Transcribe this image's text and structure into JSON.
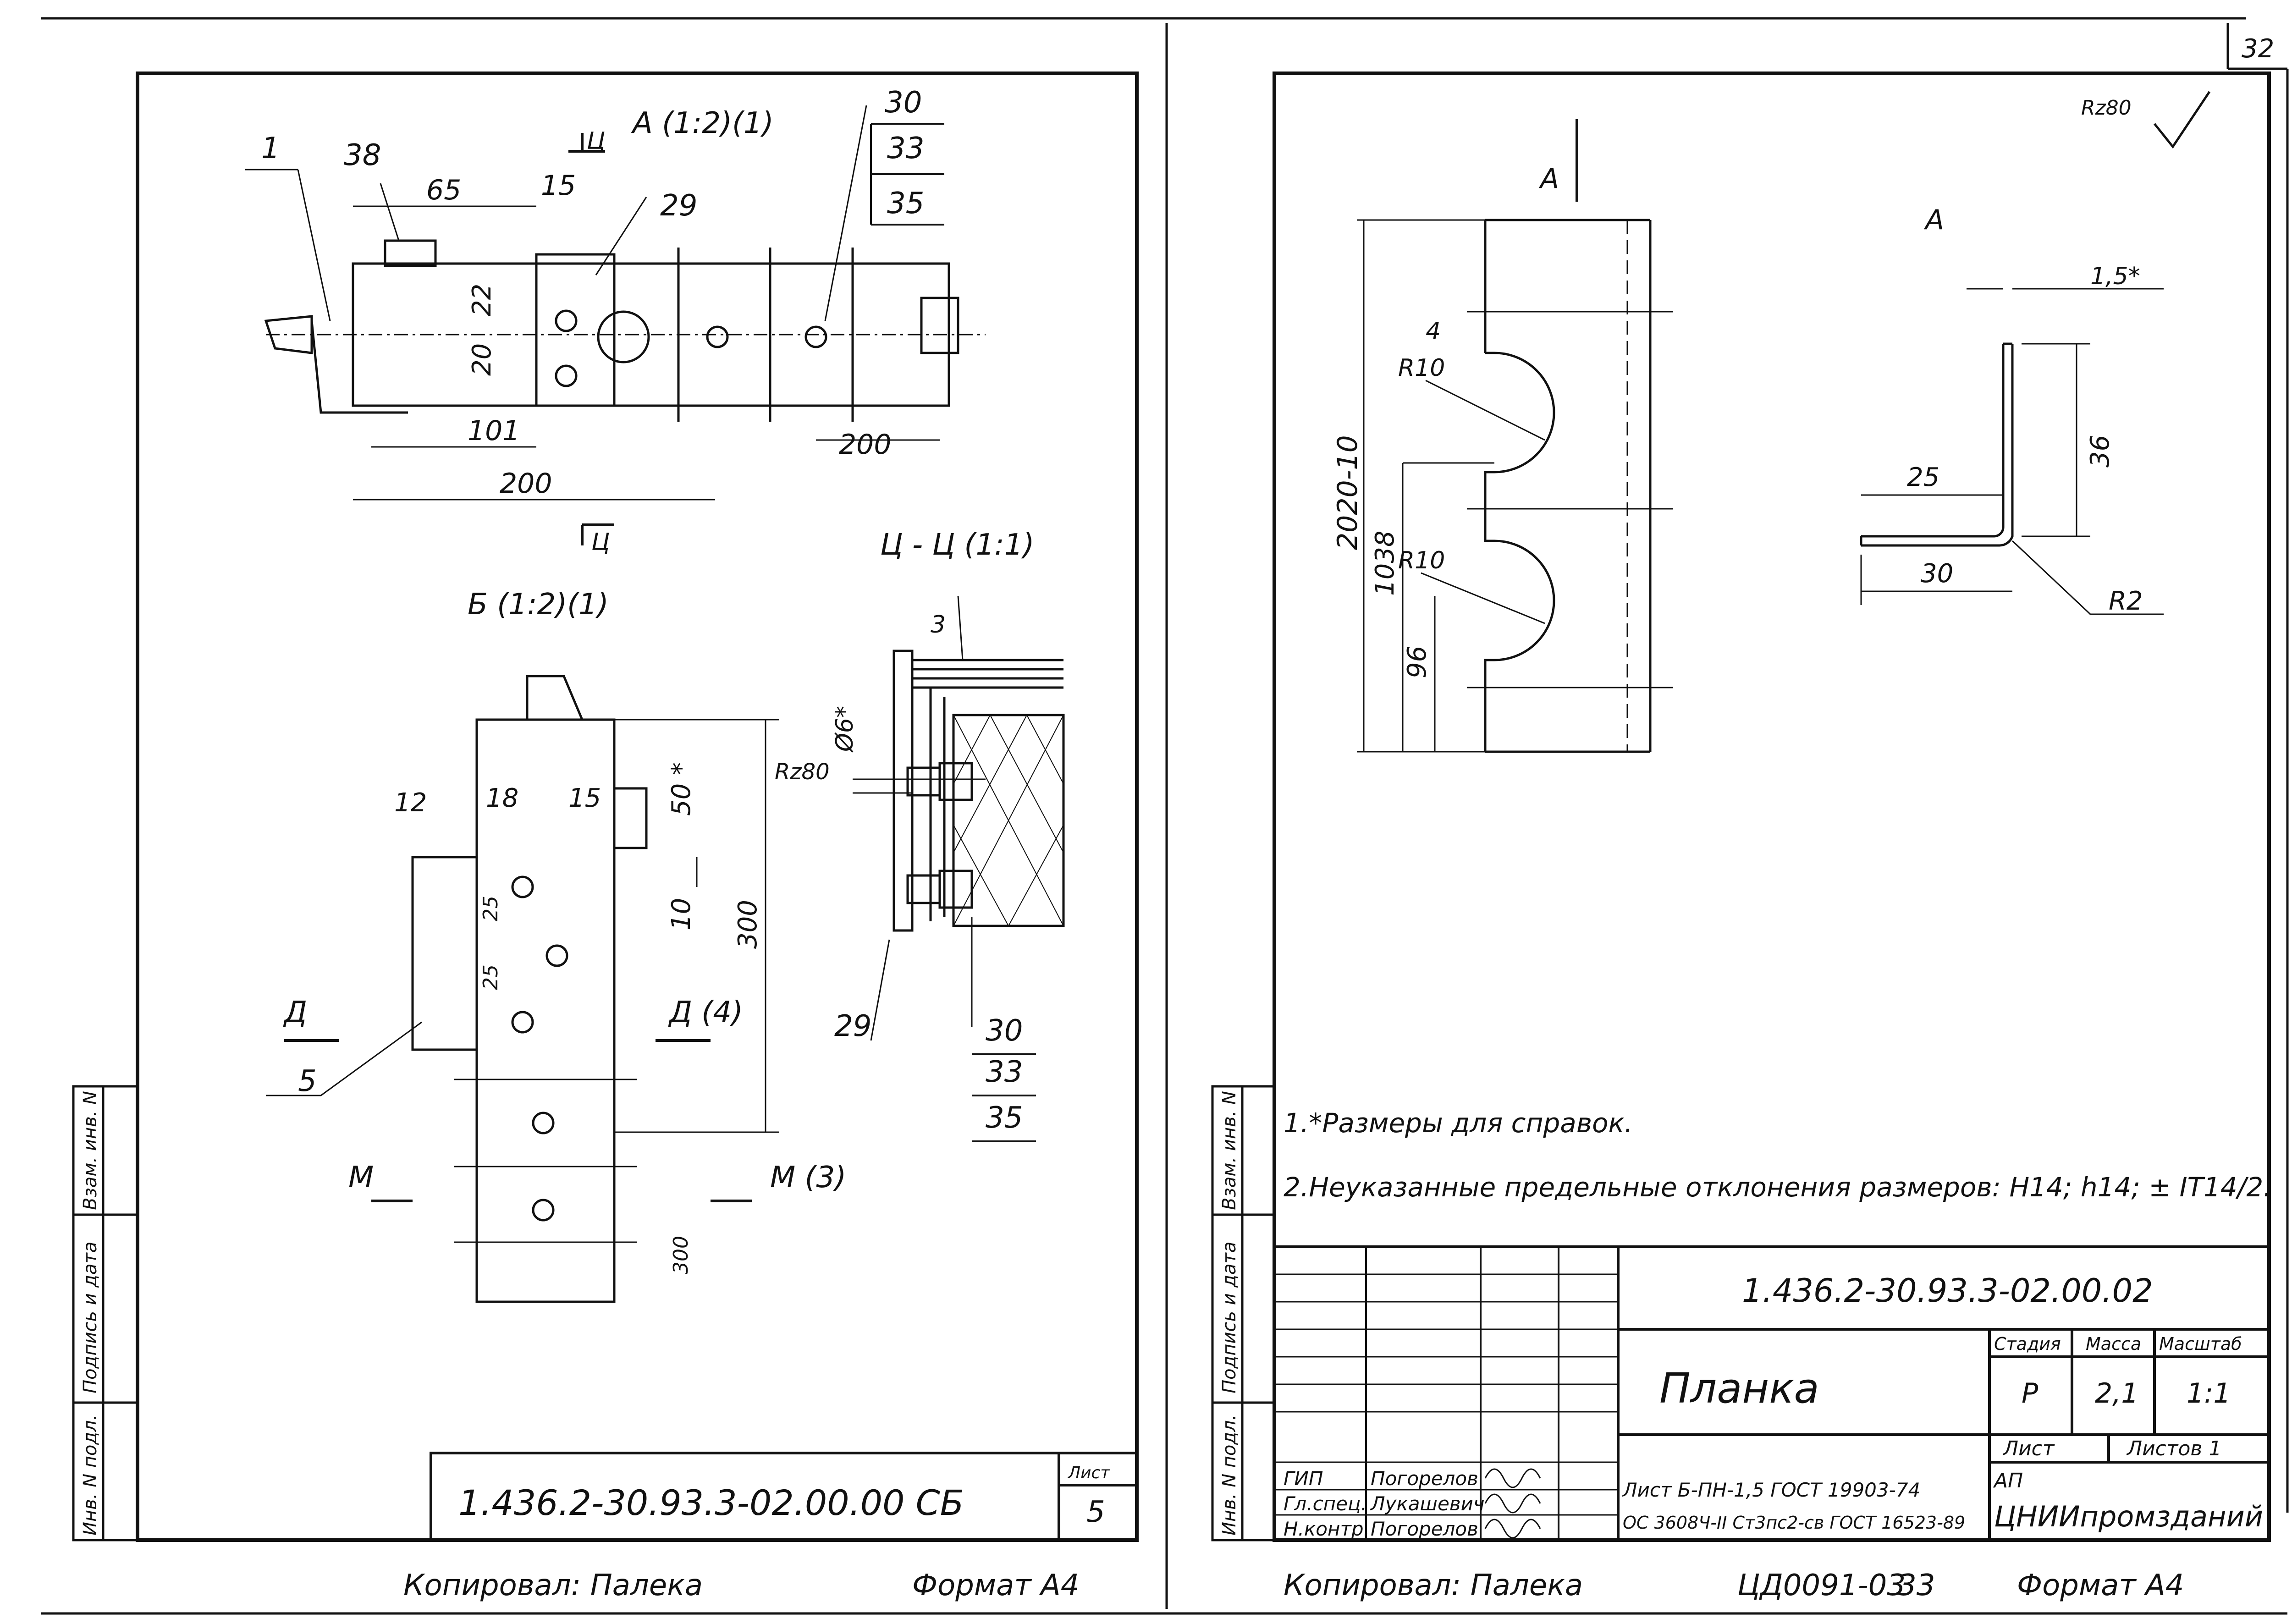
{
  "page_number": "32",
  "left_sheet": {
    "view_a_title": "А (1:2)(1)",
    "view_b_title": "Б (1:2)(1)",
    "section_title": "Ц - Ц (1:1)",
    "section_marks": [
      "Ц",
      "Ц"
    ],
    "callouts_top": [
      "1",
      "38",
      "29"
    ],
    "callout_stack_top": [
      "30",
      "33",
      "35"
    ],
    "dims_top": [
      "65",
      "15",
      "22",
      "20",
      "101",
      "200",
      "200"
    ],
    "dims_bottom": [
      "12",
      "18",
      "15",
      "50 *",
      "10",
      "300",
      "25",
      "25",
      "300"
    ],
    "section_dims": [
      "Ø6*",
      "Rz80"
    ],
    "callouts_bottom": [
      "5",
      "29",
      "3"
    ],
    "callout_stack_bottom": [
      "30",
      "33",
      "35"
    ],
    "view_d_labels": [
      "Д",
      "Д (4)"
    ],
    "view_m_labels": [
      "М",
      "М (3)"
    ],
    "title_code": "1.436.2-30.93.3-02.00.00 СБ",
    "sheet_label": "Лист",
    "sheet_number": "5",
    "side_stamp": [
      "Инв. N подл.",
      "Подпись и дата",
      "Взам. инв. N"
    ],
    "footer_copied": "Копировал: Палека",
    "footer_format": "Формат А4"
  },
  "right_sheet": {
    "roughness": "Rz80",
    "view_a_label": "А",
    "dims_plate": [
      "4",
      "R10",
      "R10",
      "2020-10",
      "1038",
      "96"
    ],
    "dims_angle": [
      "1,5*",
      "36",
      "25",
      "30",
      "R2"
    ],
    "notes": [
      "1.*Размеры для справок.",
      "2.Неуказанные предельные отклонения размеров: H14; h14; ± IT14/2."
    ],
    "designation": "1.436.2-30.93.3-02.00.02",
    "part_name": "Планка",
    "stage_header": "Стадия",
    "mass_header": "Масса",
    "scale_header": "Масштаб",
    "stage": "Р",
    "mass": "2,1",
    "scale": "1:1",
    "sheet_label": "Лист",
    "sheets_label": "Листов 1",
    "material_line1": "Лист Б-ПН-1,5 ГОСТ 19903-74",
    "material_line2": "ОС 3608Ч-II Ст3пс2-св ГОСТ 16523-89",
    "org_line1": "АП",
    "org_line2": "ЦНИИпромзданий",
    "signatures": [
      {
        "role": "ГИП",
        "name": "Погорелов"
      },
      {
        "role": "Гл.спец.",
        "name": "Лукашевич"
      },
      {
        "role": "Н.контр.",
        "name": "Погорелов"
      }
    ],
    "side_stamp": [
      "Инв. N подл.",
      "Подпись и дата",
      "Взам. инв. N"
    ],
    "footer_copied": "Копировал: Палека",
    "footer_code": "ЦД0091-03",
    "footer_number": "33",
    "footer_format": "Формат А4"
  }
}
